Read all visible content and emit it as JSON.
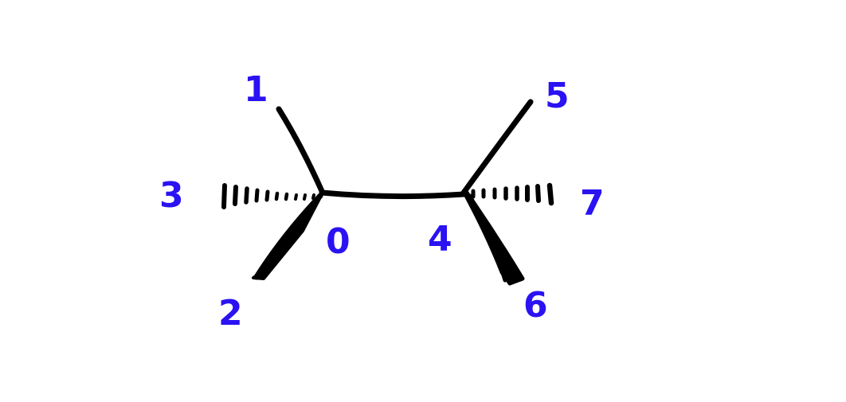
{
  "colors": {
    "background": "#ffffff",
    "bond": "#000000",
    "label": "#2a12f2"
  },
  "molecule": {
    "atom_labels": {
      "a0": "0",
      "a1": "1",
      "a2": "2",
      "a3": "3",
      "a4": "4",
      "a5": "5",
      "a6": "6",
      "a7": "7"
    },
    "bonds": [
      {
        "from": "0",
        "to": "4",
        "style": "plain"
      },
      {
        "from": "0",
        "to": "1",
        "style": "plain"
      },
      {
        "from": "0",
        "to": "2",
        "style": "wedge"
      },
      {
        "from": "0",
        "to": "3",
        "style": "hash"
      },
      {
        "from": "4",
        "to": "5",
        "style": "plain"
      },
      {
        "from": "4",
        "to": "6",
        "style": "wedge"
      },
      {
        "from": "4",
        "to": "7",
        "style": "hash"
      }
    ]
  }
}
